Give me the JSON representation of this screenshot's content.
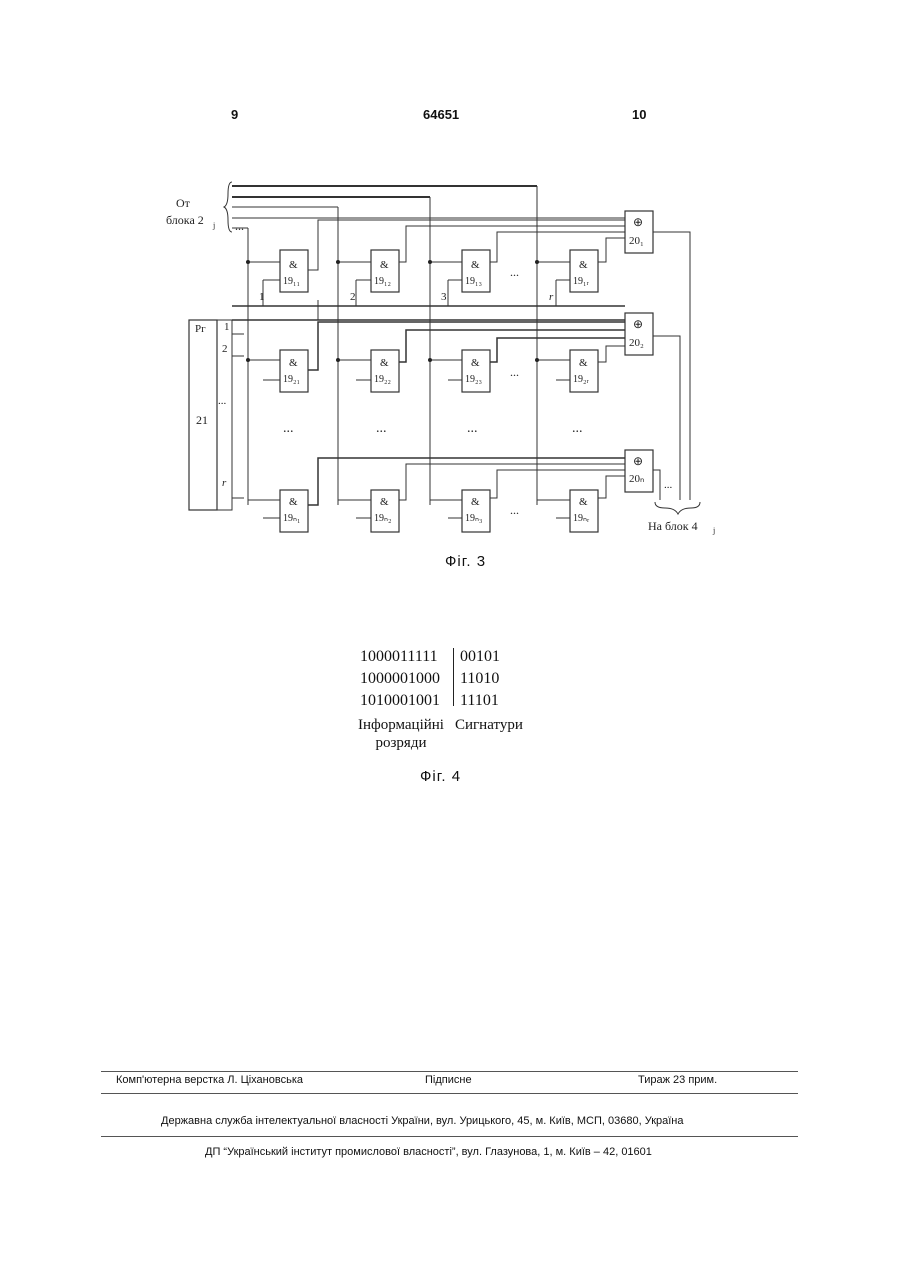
{
  "header": {
    "page_left": "9",
    "doc_number": "64651",
    "page_right": "10"
  },
  "fig3": {
    "caption": "Фіг. 3",
    "input_label_line1": "От",
    "input_label_line2": "блока 2",
    "input_label_sub": "j",
    "input_dots": "...",
    "register_label": "Рг",
    "register_number": "21",
    "register_outputs": [
      "1",
      "2",
      "...",
      "r"
    ],
    "row1_numbers": [
      "1",
      "2",
      "3",
      "r"
    ],
    "and_symbol": "&",
    "xor_symbol": "⊕",
    "gate_rows": [
      [
        "19₁₁",
        "19₁₂",
        "19₁₃",
        "19₁ᵣ"
      ],
      [
        "19₂₁",
        "19₂₂",
        "19₂₃",
        "19₂ᵣ"
      ],
      [
        "19ₙ₁",
        "19ₙ₂",
        "19ₙ₃",
        "19ₙᵣ"
      ]
    ],
    "xor_labels": [
      "20₁",
      "20₂",
      "20ₙ"
    ],
    "ellipsis": "...",
    "output_label": "На блок 4",
    "output_sub": "j"
  },
  "fig4": {
    "caption": "Фіг. 4",
    "rows": [
      {
        "info": "1000011111",
        "sig": "00101"
      },
      {
        "info": "1000001000",
        "sig": "11010"
      },
      {
        "info": "1010001001",
        "sig": "11101"
      }
    ],
    "label_info_line1": "Інформаційні",
    "label_info_line2": "розряди",
    "label_sig": "Сигнатури"
  },
  "footer": {
    "left": "Комп'ютерна верстка Л. Ціхановська",
    "center": "Підписне",
    "right": "Тираж 23 прим.",
    "line2": "Державна служба інтелектуальної власності України, вул. Урицького, 45, м. Київ, МСП, 03680, Україна",
    "line3": "ДП “Український інститут промислової власності”, вул. Глазунова, 1, м. Київ – 42, 01601"
  }
}
